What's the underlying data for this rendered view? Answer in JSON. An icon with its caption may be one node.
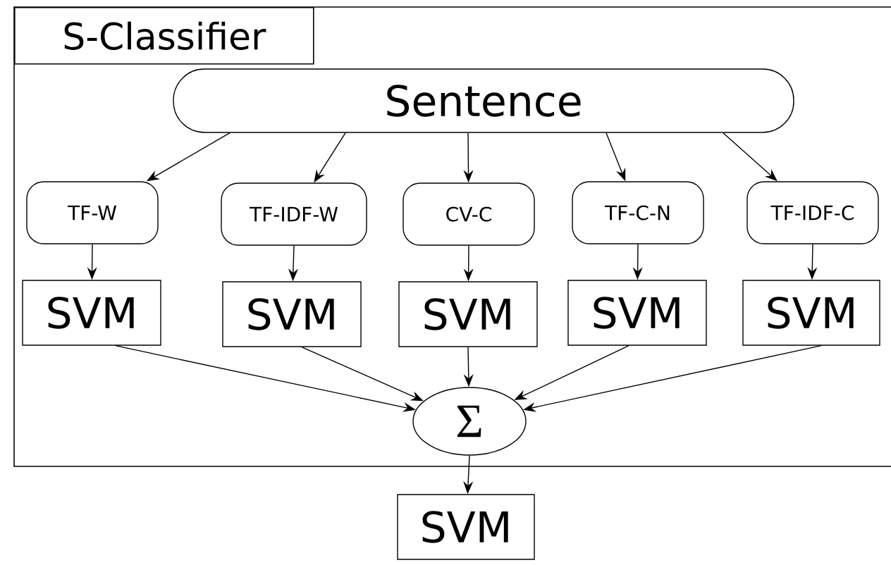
{
  "diagram": {
    "nodes": [
      {
        "text": [
          "S-Classifier"
        ]
      },
      {
        "text": [
          "Sentence"
        ],
        "in": 0
      },
      {
        "text": [
          "TF-W"
        ],
        "in": 0
      },
      {
        "text": [
          "TF-IDF-W"
        ],
        "in": 0
      },
      {
        "text": [
          "CV-C"
        ],
        "in": 0
      },
      {
        "text": [
          "TF-C-N"
        ],
        "in": 0
      },
      {
        "text": [
          "TF-IDF-C"
        ],
        "in": 0
      },
      {
        "text": [
          "SVM"
        ],
        "in": 0
      },
      {
        "text": [
          "SVM"
        ],
        "in": 0
      },
      {
        "text": [
          "SVM"
        ],
        "in": 0
      },
      {
        "text": [
          "SVM"
        ],
        "in": 0
      },
      {
        "text": [
          "SVM"
        ],
        "in": 0
      },
      {
        "text": [
          "Σ"
        ],
        "in": 0
      },
      {
        "text": [
          "SVM"
        ]
      }
    ],
    "edges": [
      {
        "from": 1,
        "to": 2,
        "arrow": "to"
      },
      {
        "from": 1,
        "to": 3,
        "arrow": "to"
      },
      {
        "from": 1,
        "to": 4,
        "arrow": "to"
      },
      {
        "from": 1,
        "to": 5,
        "arrow": "to"
      },
      {
        "from": 1,
        "to": 6,
        "arrow": "to"
      },
      {
        "from": 2,
        "to": 7,
        "arrow": "to"
      },
      {
        "from": 3,
        "to": 8,
        "arrow": "to"
      },
      {
        "from": 4,
        "to": 9,
        "arrow": "to"
      },
      {
        "from": 5,
        "to": 10,
        "arrow": "to"
      },
      {
        "from": 6,
        "to": 11,
        "arrow": "to"
      },
      {
        "from": 7,
        "to": 12,
        "arrow": "to"
      },
      {
        "from": 8,
        "to": 12,
        "arrow": "to"
      },
      {
        "from": 9,
        "to": 12,
        "arrow": "to"
      },
      {
        "from": 10,
        "to": 12,
        "arrow": "to"
      },
      {
        "from": 11,
        "to": 12,
        "arrow": "to"
      },
      {
        "from": 12,
        "to": 13,
        "arrow": "to"
      }
    ]
  }
}
